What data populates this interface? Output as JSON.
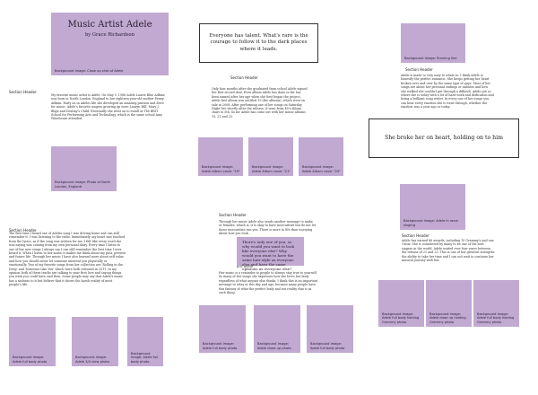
{
  "title": "Music Artist Adele",
  "author": "by Grace Richardson",
  "title_caption": "Background image: Close up shot of Adele",
  "section_header": "Section Header",
  "quote1": "Everyone has talent. What's rare is the courage to follow it to the dark places where it leads.",
  "quote2": "She broke her on heart, holding on to him",
  "pull_quote": {
    "text": "There's only one of you, so why would you want to look like everyone else? Why would you want to have the same hair style as everyone else and have the same opinions as everyone else?",
    "label": "pull quote"
  },
  "body_texts": {
    "a": "My favorite music artist is Adele. On May 5, 1988 Adele Laurie Blue Adkins was born in North London, England to her eighteen-year-old mother Penny Adkins. Early on in Adeles life she developed an amazing passion and drive for music. Adele's favorite singers growing up were Lauryn Hill, Mary J. Blige and Destiny's Child. Eventually she went on to enroll in The BRIT School for Performing Arts and Technology, which is the same school Amy Winehouse attended.",
    "b": "Only four months after she graduated from school Adele signed her first record deal. Even album Adele has done so far has been named after her age when she first began the project. Adele first album was entitled 19 (the albums), which went on sale in 2008. After performing one of her songs on Saturday Night live shortly after the release, it went from 40's album chart to 5th. So far Adele has come out with her music albums 19, 21 and 25.",
    "c": "Adele is made to very easy to relate to. I think Adele is honestly the perfect romantic. She keeps getting her heart broken over and over by the same type of guys. Most of her songs are about her personal endings or sadness and how she walked she couldn't get through a difficult. Adele got so where she is today with a lot of hard work and dedication and being a brilliant song writer. In every one of her songs you can hear every emotion she is went through, whether the emotion was a year ago or today.",
    "d": "The first time I heard one of Adeles song I was driving home and can still remember it. I was listening to the radio. Immediately, my heart was touched from the lyrics, as if the song was written for me. I felt like every word she was saying was coming from my own personal diary. Every time I listen to one of her new songs I always say I can still remember the first time I ever heard it. When I listen to her music it makes me think about my past, present and future life. Through her music I have also learned more about self value and how you should never let someone mistreat you physically or emotionally. Two of my favorite songs from her collection are 'Rolling in the Deep' and 'Someone Like You' which were both released in 2011. In my opinion both of these tracks are talking to your first love and saying things you wish you could have said then. Some people may say that Adele's music has a sadness to it but believe that it shows the harsh reality of most people's life.",
    "e": "Through her music Adele also sends another message to make or females, which is, it is okay to have insecurities but do not let those insecurities run you. There is more to life than worrying about how you look.",
    "f": "Her music is a reminder to people to always stay true to yourself. So many of her songs she expresses how she loves her body regardless of what anyone else thinks. I think this is an important message to relay in this day and age, because many people have this fantasy of what the perfect body and not reality that is as such thing.",
    "g": "Adele has earned 86 awards, including 10 Grammy's and one Oscar. She is considered by many to be one of the best singers in the world. Adele waited over four years between the release of 21 and 25. This is one of her greatest strengths the ability to take her time and I can not wait to continue her musical journey with her."
  },
  "captions": {
    "running_line": "Background image: Running line",
    "north_london": "Background image: Photo of North London, England",
    "album19": "Background image: Adele Album cover \"19\"",
    "album21": "Background image: Adele Album cover \"21\"",
    "album25": "Background image: Adele Album cover \"25\"",
    "in_room": "Background image: Adele in room singing",
    "full_body1": "Background image: Adele full body photo",
    "full_body2": "Background image: Adele 3/4 view photo",
    "full_body3": "Background image: Adele full body photo",
    "close_up": "Background image: Adele close up photo",
    "full_body4": "Background image: Adele full body photo",
    "grammy1": "Background image: Adele full body holding Grammy photo",
    "grammy2": "Background image: Adele close up holding Grammy photo",
    "grammy3": "Background image: Adele full body holding Grammy photo"
  }
}
